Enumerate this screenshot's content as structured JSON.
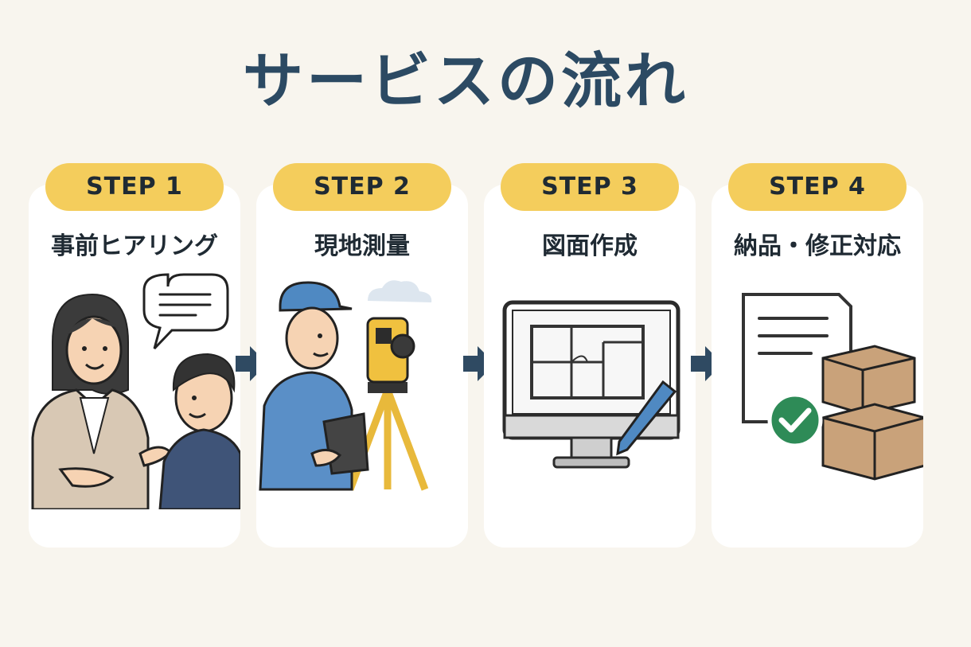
{
  "page": {
    "title": "サービスの流れ"
  },
  "steps": [
    {
      "badge": "STEP 1",
      "title": "事前ヒアリング",
      "icon": "consultation-icon"
    },
    {
      "badge": "STEP 2",
      "title": "現地測量",
      "icon": "surveyor-icon"
    },
    {
      "badge": "STEP 3",
      "title": "図面作成",
      "icon": "drawing-monitor-icon"
    },
    {
      "badge": "STEP 4",
      "title": "納品・修正対応",
      "icon": "delivery-icon"
    }
  ],
  "colors": {
    "background": "#f8f5ee",
    "title": "#2c4a63",
    "badge": "#f4cd5c",
    "arrow": "#2f4a62",
    "check": "#2e8b57",
    "box": "#c9a27a"
  }
}
